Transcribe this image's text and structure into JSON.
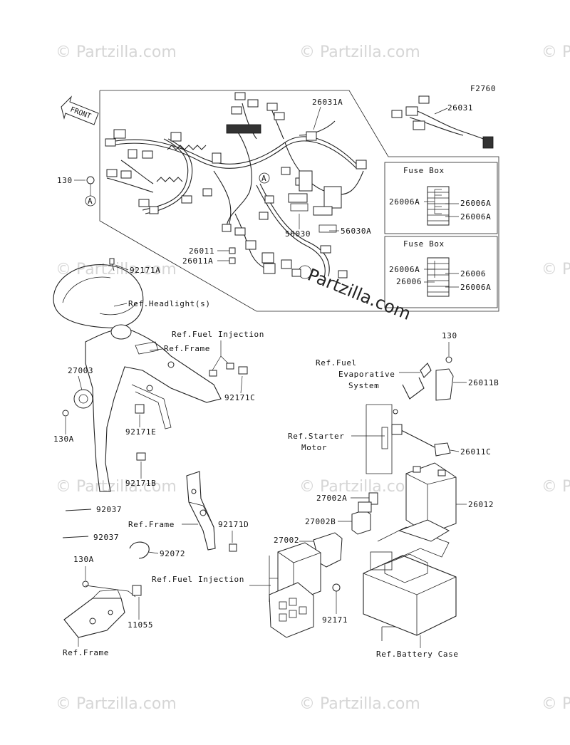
{
  "diagram_id": "F2760",
  "front_label": "FRONT",
  "watermark": {
    "text": "© Partzilla.com",
    "center_text": "Partzilla.com"
  },
  "fuse_box_1": {
    "title": "Fuse Box",
    "left_label": "26006A",
    "right_labels": [
      "26006A",
      "26006A"
    ]
  },
  "fuse_box_2": {
    "title": "Fuse Box",
    "left_labels": [
      "26006A",
      "26006"
    ],
    "right_labels": [
      "26006",
      "26006A"
    ]
  },
  "callout_letter": "A",
  "parts": {
    "p26031A": "26031A",
    "p26031": "26031",
    "p130_top": "130",
    "p56030": "56030",
    "p56030A": "56030A",
    "p26011": "26011",
    "p26011A": "26011A",
    "p92171A": "92171A",
    "p27003": "27003",
    "p130A_left": "130A",
    "p92171C": "92171C",
    "p92171E": "92171E",
    "p92171B": "92171B",
    "p130_right": "130",
    "p26011B": "26011B",
    "p26011C": "26011C",
    "p27002A": "27002A",
    "p26012": "26012",
    "p27002B": "27002B",
    "p27002": "27002",
    "p92171D": "92171D",
    "p92037_a": "92037",
    "p92037_b": "92037",
    "p92072": "92072",
    "p130A_bottom": "130A",
    "p11055": "11055",
    "p92171": "92171"
  },
  "refs": {
    "headlight": "Ref.Headlight(s)",
    "fuel_injection_top": "Ref.Fuel Injection",
    "frame_top": "Ref.Frame",
    "fuel_evap_1": "Ref.Fuel",
    "fuel_evap_2": "Evaporative",
    "fuel_evap_3": "System",
    "starter_1": "Ref.Starter",
    "starter_2": "Motor",
    "frame_mid": "Ref.Frame",
    "fuel_injection_bottom": "Ref.Fuel Injection",
    "frame_bottom": "Ref.Frame",
    "battery_case": "Ref.Battery Case"
  }
}
